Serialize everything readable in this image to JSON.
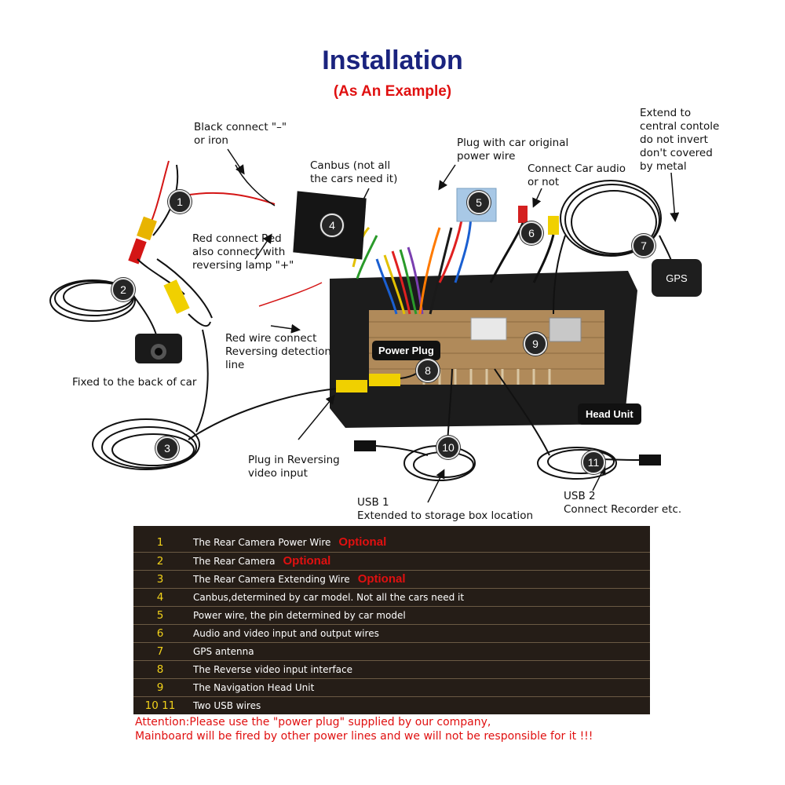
{
  "header": {
    "title": "Installation",
    "subtitle": "(As An Example)"
  },
  "callouts": {
    "black_connect": "Black connect \"–\"\nor iron",
    "canbus": "Canbus (not all\nthe cars need it)",
    "plug_power": "Plug with car original\npower wire",
    "car_audio": "Connect Car audio\nor not",
    "extend_gps": "Extend to\ncentral contole\ndo not invert\ndon't covered\nby metal",
    "red_connect": "Red connect Red\nalso connect with\nreversing lamp \"+\"",
    "red_wire": "Red wire connect\nReversing detection\nline",
    "fixed_back": "Fixed to the back of car",
    "plug_reversing": "Plug in Reversing\nvideo input",
    "usb1": "USB 1\nExtended to storage box location",
    "usb2": "USB 2\nConnect Recorder etc."
  },
  "tags": {
    "power_plug": "Power Plug",
    "head_unit": "Head Unit",
    "gps": "GPS"
  },
  "markers": [
    "1",
    "2",
    "3",
    "4",
    "5",
    "6",
    "7",
    "8",
    "9",
    "10",
    "11"
  ],
  "legend": {
    "rows": [
      {
        "num": "1",
        "text": "The Rear Camera Power Wire",
        "optional": "Optional"
      },
      {
        "num": "2",
        "text": "The Rear Camera",
        "optional": "Optional"
      },
      {
        "num": "3",
        "text": "The Rear Camera Extending Wire",
        "optional": "Optional"
      },
      {
        "num": "4",
        "text": "Canbus,determined by car model. Not all the cars need it",
        "optional": ""
      },
      {
        "num": "5",
        "text": "Power wire, the pin determined by car model",
        "optional": ""
      },
      {
        "num": "6",
        "text": "Audio and video input and output wires",
        "optional": ""
      },
      {
        "num": "7",
        "text": "GPS antenna",
        "optional": ""
      },
      {
        "num": "8",
        "text": "The Reverse video input interface",
        "optional": ""
      },
      {
        "num": "9",
        "text": "The Navigation Head Unit",
        "optional": ""
      },
      {
        "num": "10  11",
        "text": "Two USB wires",
        "optional": ""
      }
    ]
  },
  "attention": {
    "line1": "Attention:Please use the \"power plug\" supplied by our company,",
    "line2": "Mainboard will be fired by other power lines and we will not be responsible for it !!!"
  },
  "colors": {
    "title": "#1a237e",
    "accent_red": "#e01010",
    "legend_bg": "#251d17",
    "legend_number": "#f2d21a"
  }
}
